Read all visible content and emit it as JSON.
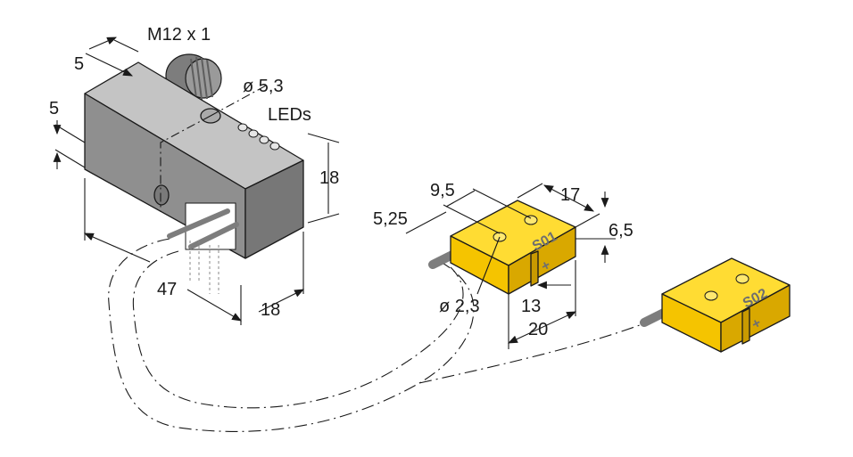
{
  "colors": {
    "sensor_body": "#8f8f8f",
    "sensor_top": "#c4c4c4",
    "actuator": "#f5c400",
    "actuator_top": "#ffdc33",
    "actuator_side": "#d9a800",
    "lines": "#1a1a1a"
  },
  "sensor": {
    "thread_label": "M12 x 1",
    "hole_label": "ø 5,3",
    "leds_label": "LEDs",
    "dim_top_5": "5",
    "dim_left_5": "5",
    "dim_height_18": "18",
    "dim_length_47": "47",
    "dim_width_18": "18"
  },
  "actuator_s01": {
    "badge": "S01",
    "plus": "+",
    "dim_9_5": "9,5",
    "dim_17": "17",
    "dim_5_25": "5,25",
    "dim_6_5": "6,5",
    "hole_label": "ø 2,3",
    "dim_13": "13",
    "dim_20": "20"
  },
  "actuator_s02": {
    "badge": "S02",
    "plus": "+"
  }
}
